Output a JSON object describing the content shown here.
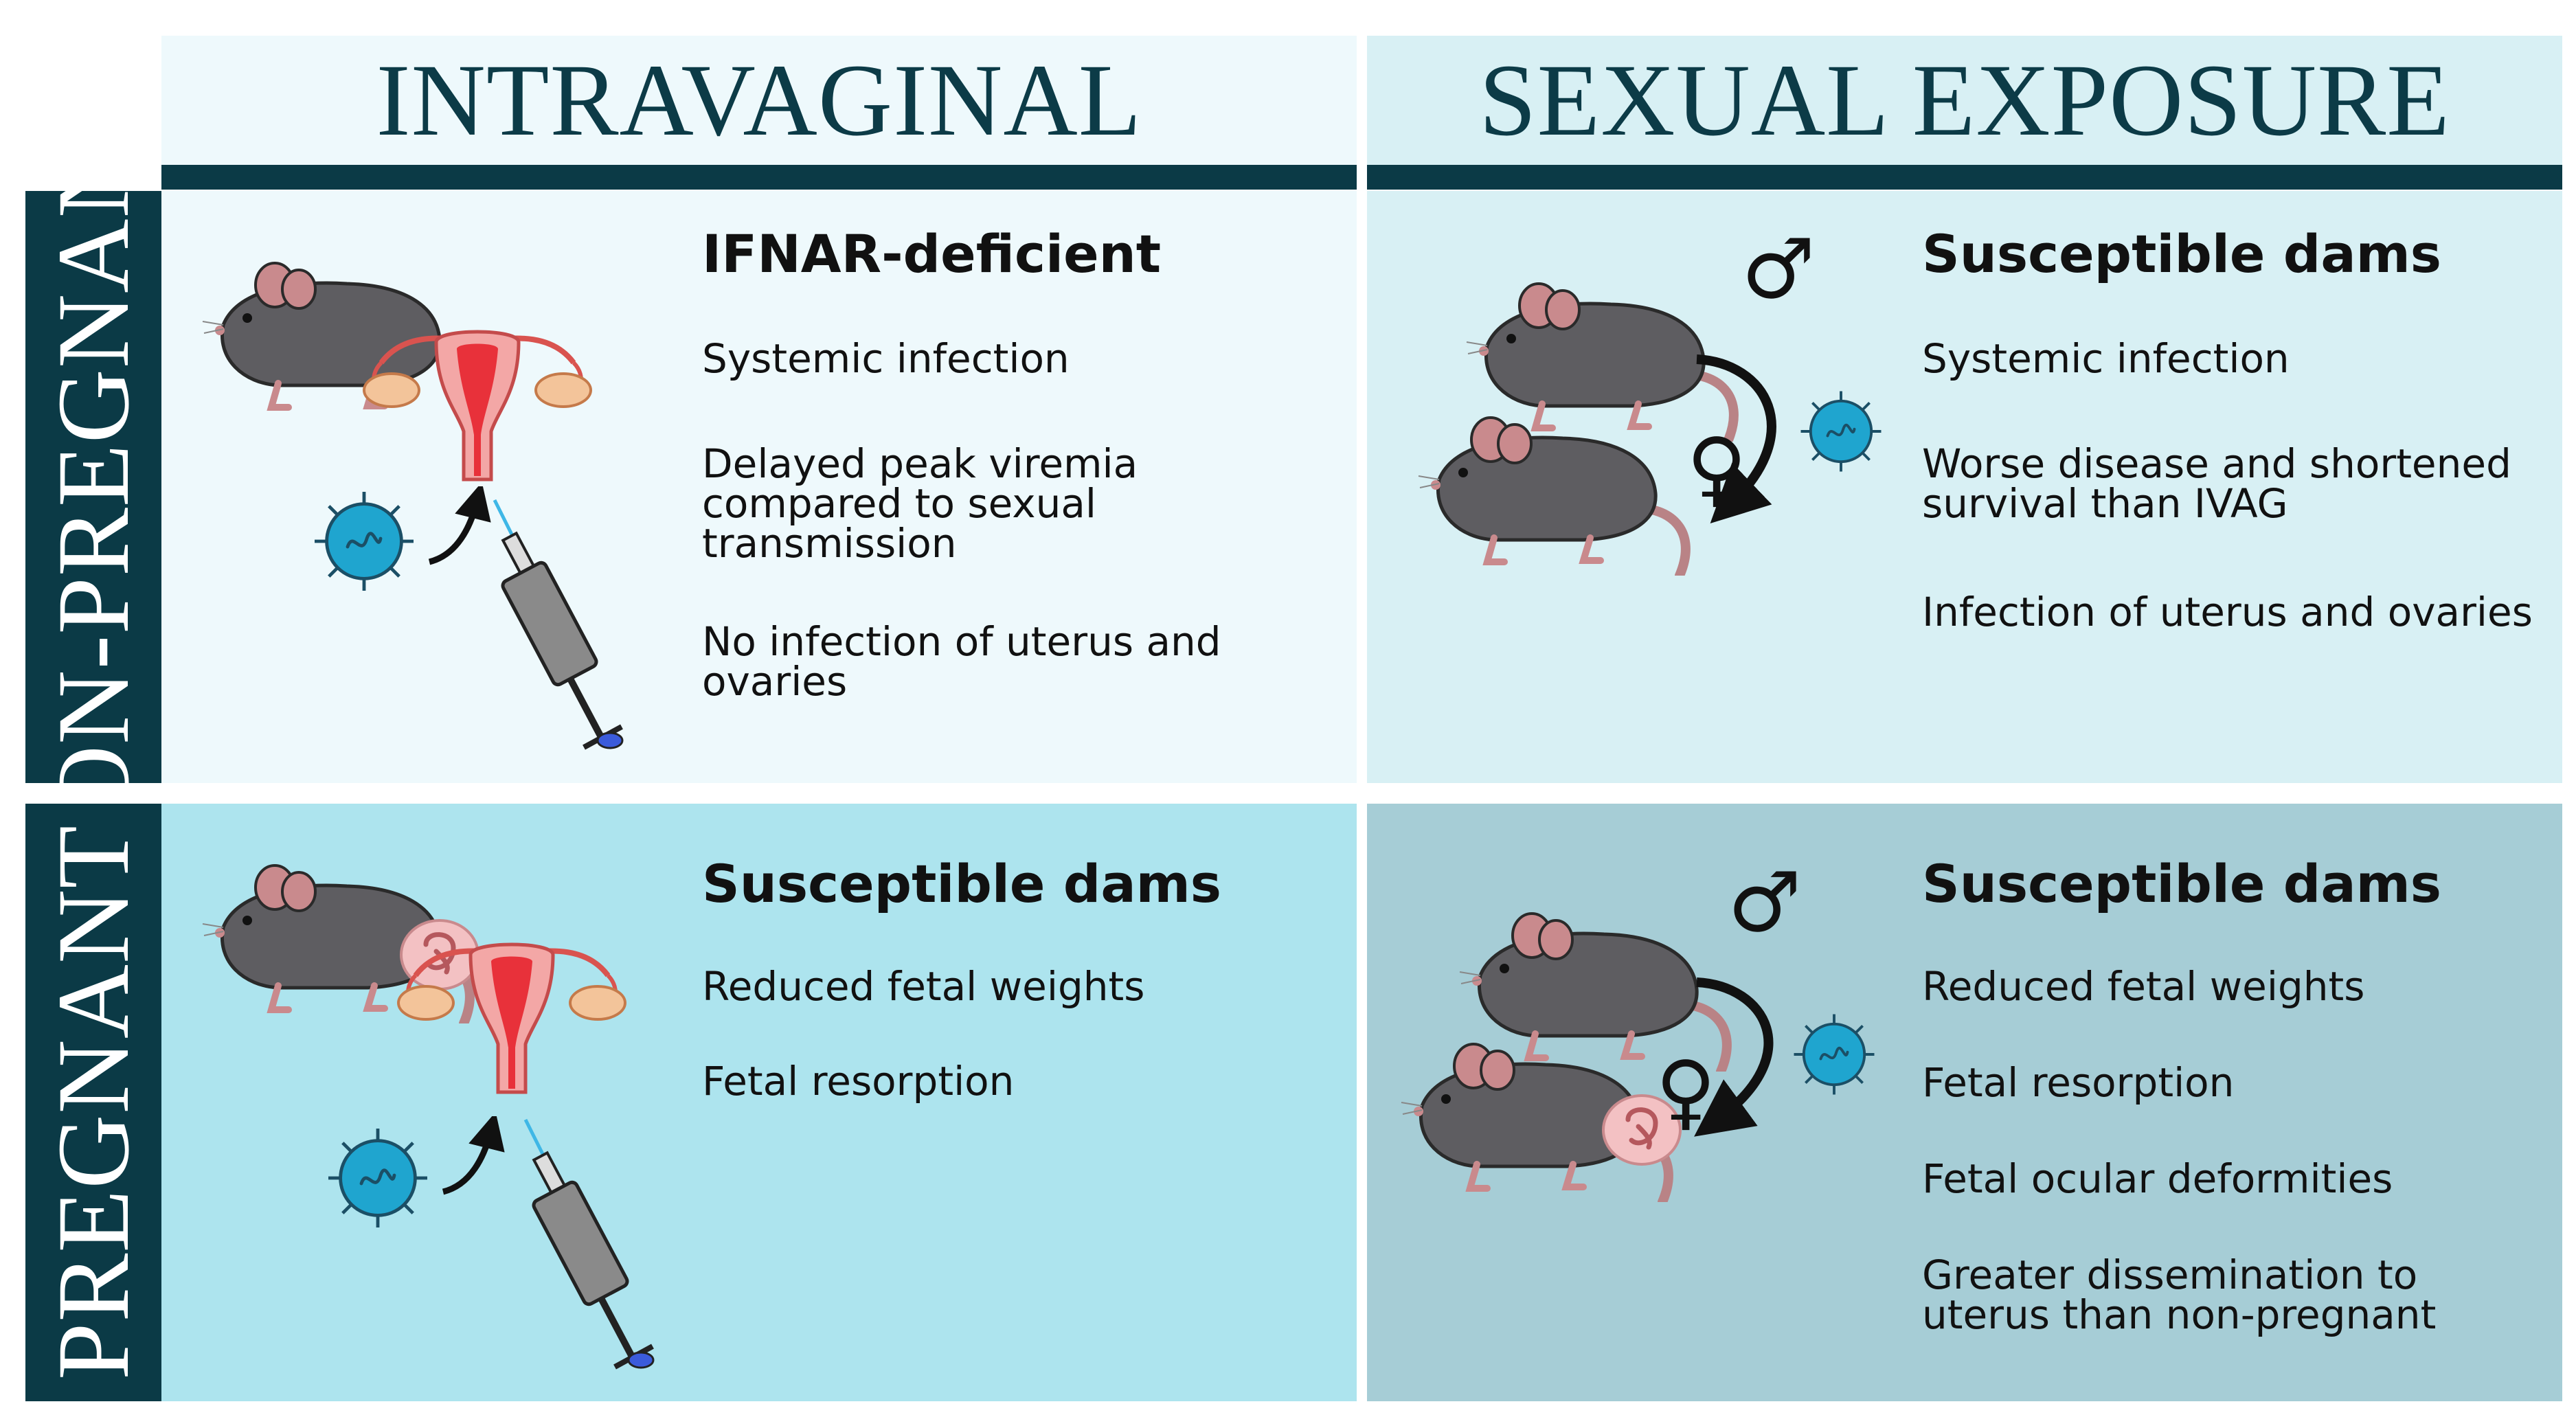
{
  "columns": [
    {
      "title": "INTRAVAGINAL"
    },
    {
      "title": "SEXUAL EXPOSURE"
    }
  ],
  "rows": [
    {
      "title": "NON-PREGNANT"
    },
    {
      "title": "PREGNANT"
    }
  ],
  "panels": {
    "intravaginal_nonpregnant": {
      "title": "IFNAR-deficient",
      "findings": [
        "Systemic infection",
        "Delayed peak viremia compared to sexual transmission",
        "No infection of uterus and ovaries"
      ]
    },
    "sexual_nonpregnant": {
      "title": "Susceptible dams",
      "findings": [
        "Systemic infection",
        "Worse disease and shortened survival than IVAG",
        "Infection of uterus and ovaries"
      ]
    },
    "intravaginal_pregnant": {
      "title": "Susceptible dams",
      "findings": [
        "Reduced fetal weights",
        "Fetal resorption"
      ]
    },
    "sexual_pregnant": {
      "title": "Susceptible dams",
      "findings": [
        "Reduced fetal weights",
        "Fetal resorption",
        "Fetal ocular deformities",
        "Greater dissemination to uterus than non-pregnant"
      ]
    }
  },
  "symbols": {
    "male": "♂",
    "female": "♀"
  },
  "colors": {
    "dark_teal": "#0b3a46",
    "header_bg_left": "#eef9fc",
    "header_bg_right": "#d8f0f4",
    "panel_tl": "#eef9fc",
    "panel_tr": "#d8f0f4",
    "panel_bl": "#ade4ee",
    "panel_br": "#a6cdd6",
    "mouse_body": "#5e5d61",
    "mouse_ear": "#c98a8d",
    "virus": "#1fa5cf"
  },
  "icons": [
    "mouse-icon",
    "uterus-icon",
    "virus-icon",
    "syringe-icon",
    "male-symbol-icon",
    "female-symbol-icon",
    "fetus-icon",
    "arrow-icon"
  ]
}
